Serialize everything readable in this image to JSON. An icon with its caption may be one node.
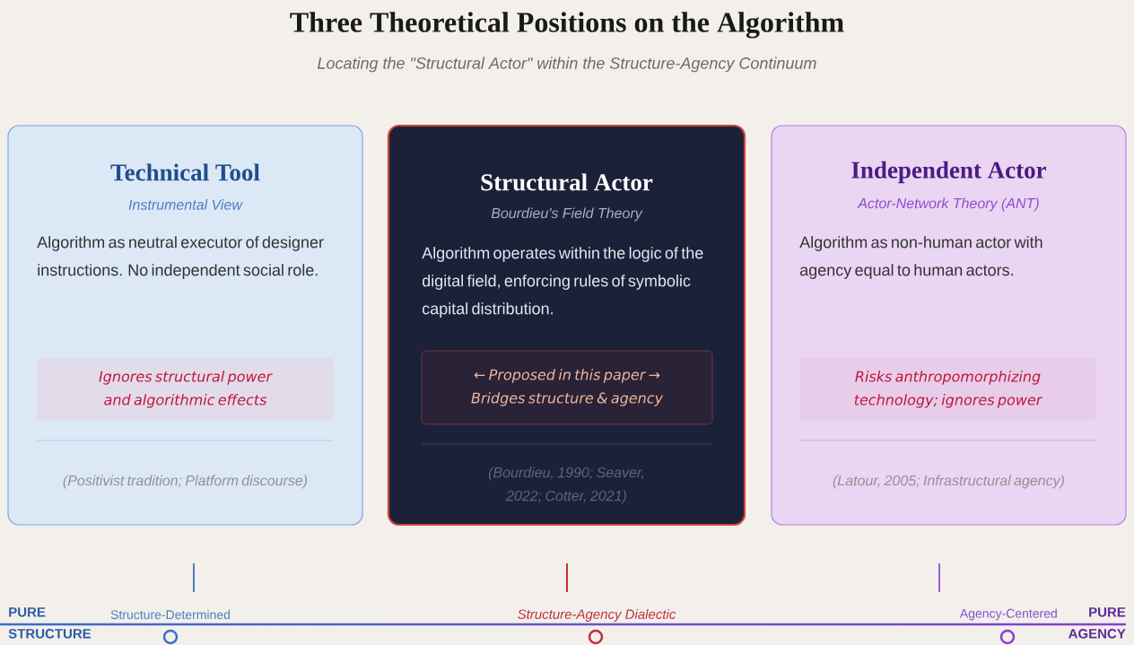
{
  "diagram": {
    "title": "Three Theoretical Positions on the Algorithm",
    "nodes": [
      {
        "text": [
          "Technical Tool",
          "Instrumental View",
          "Algorithm as neutral executor of designer instructions. No independent social role.",
          "(Positivist tradition; Platform discourse)"
        ]
      },
      {
        "text": [
          "Ignores structural power and algorithmic effects"
        ],
        "in": 0
      },
      {
        "text": [
          "Structural Actor",
          "Bourdieu's Field Theory",
          "Algorithm operates within the logic of the digital field, enforcing rules of symbolic capital distribution.",
          "(Bourdieu, 1990; Seaver, 2022; Cotter, 2021)"
        ]
      },
      {
        "text": [
          "← Proposed in this paper → Bridges structure & agency"
        ],
        "in": 2
      },
      {
        "text": [
          "Independent Actor",
          "Actor-Network Theory (ANT)",
          "Algorithm as non-human actor with agency equal to human actors.",
          "(Latour, 2005; Infrastructural agency)"
        ]
      },
      {
        "text": [
          "Risks anthropomorphizing technology; ignores power"
        ],
        "in": 4
      }
    ],
    "labels": [
      "Locating the \"Structural Actor\" within the Structure-Agency Continuum",
      "PURE STRUCTURE",
      "Structure-Determined",
      "Structure-Agency Dialectic",
      "Agency-Centered",
      "PURE AGENCY"
    ]
  }
}
